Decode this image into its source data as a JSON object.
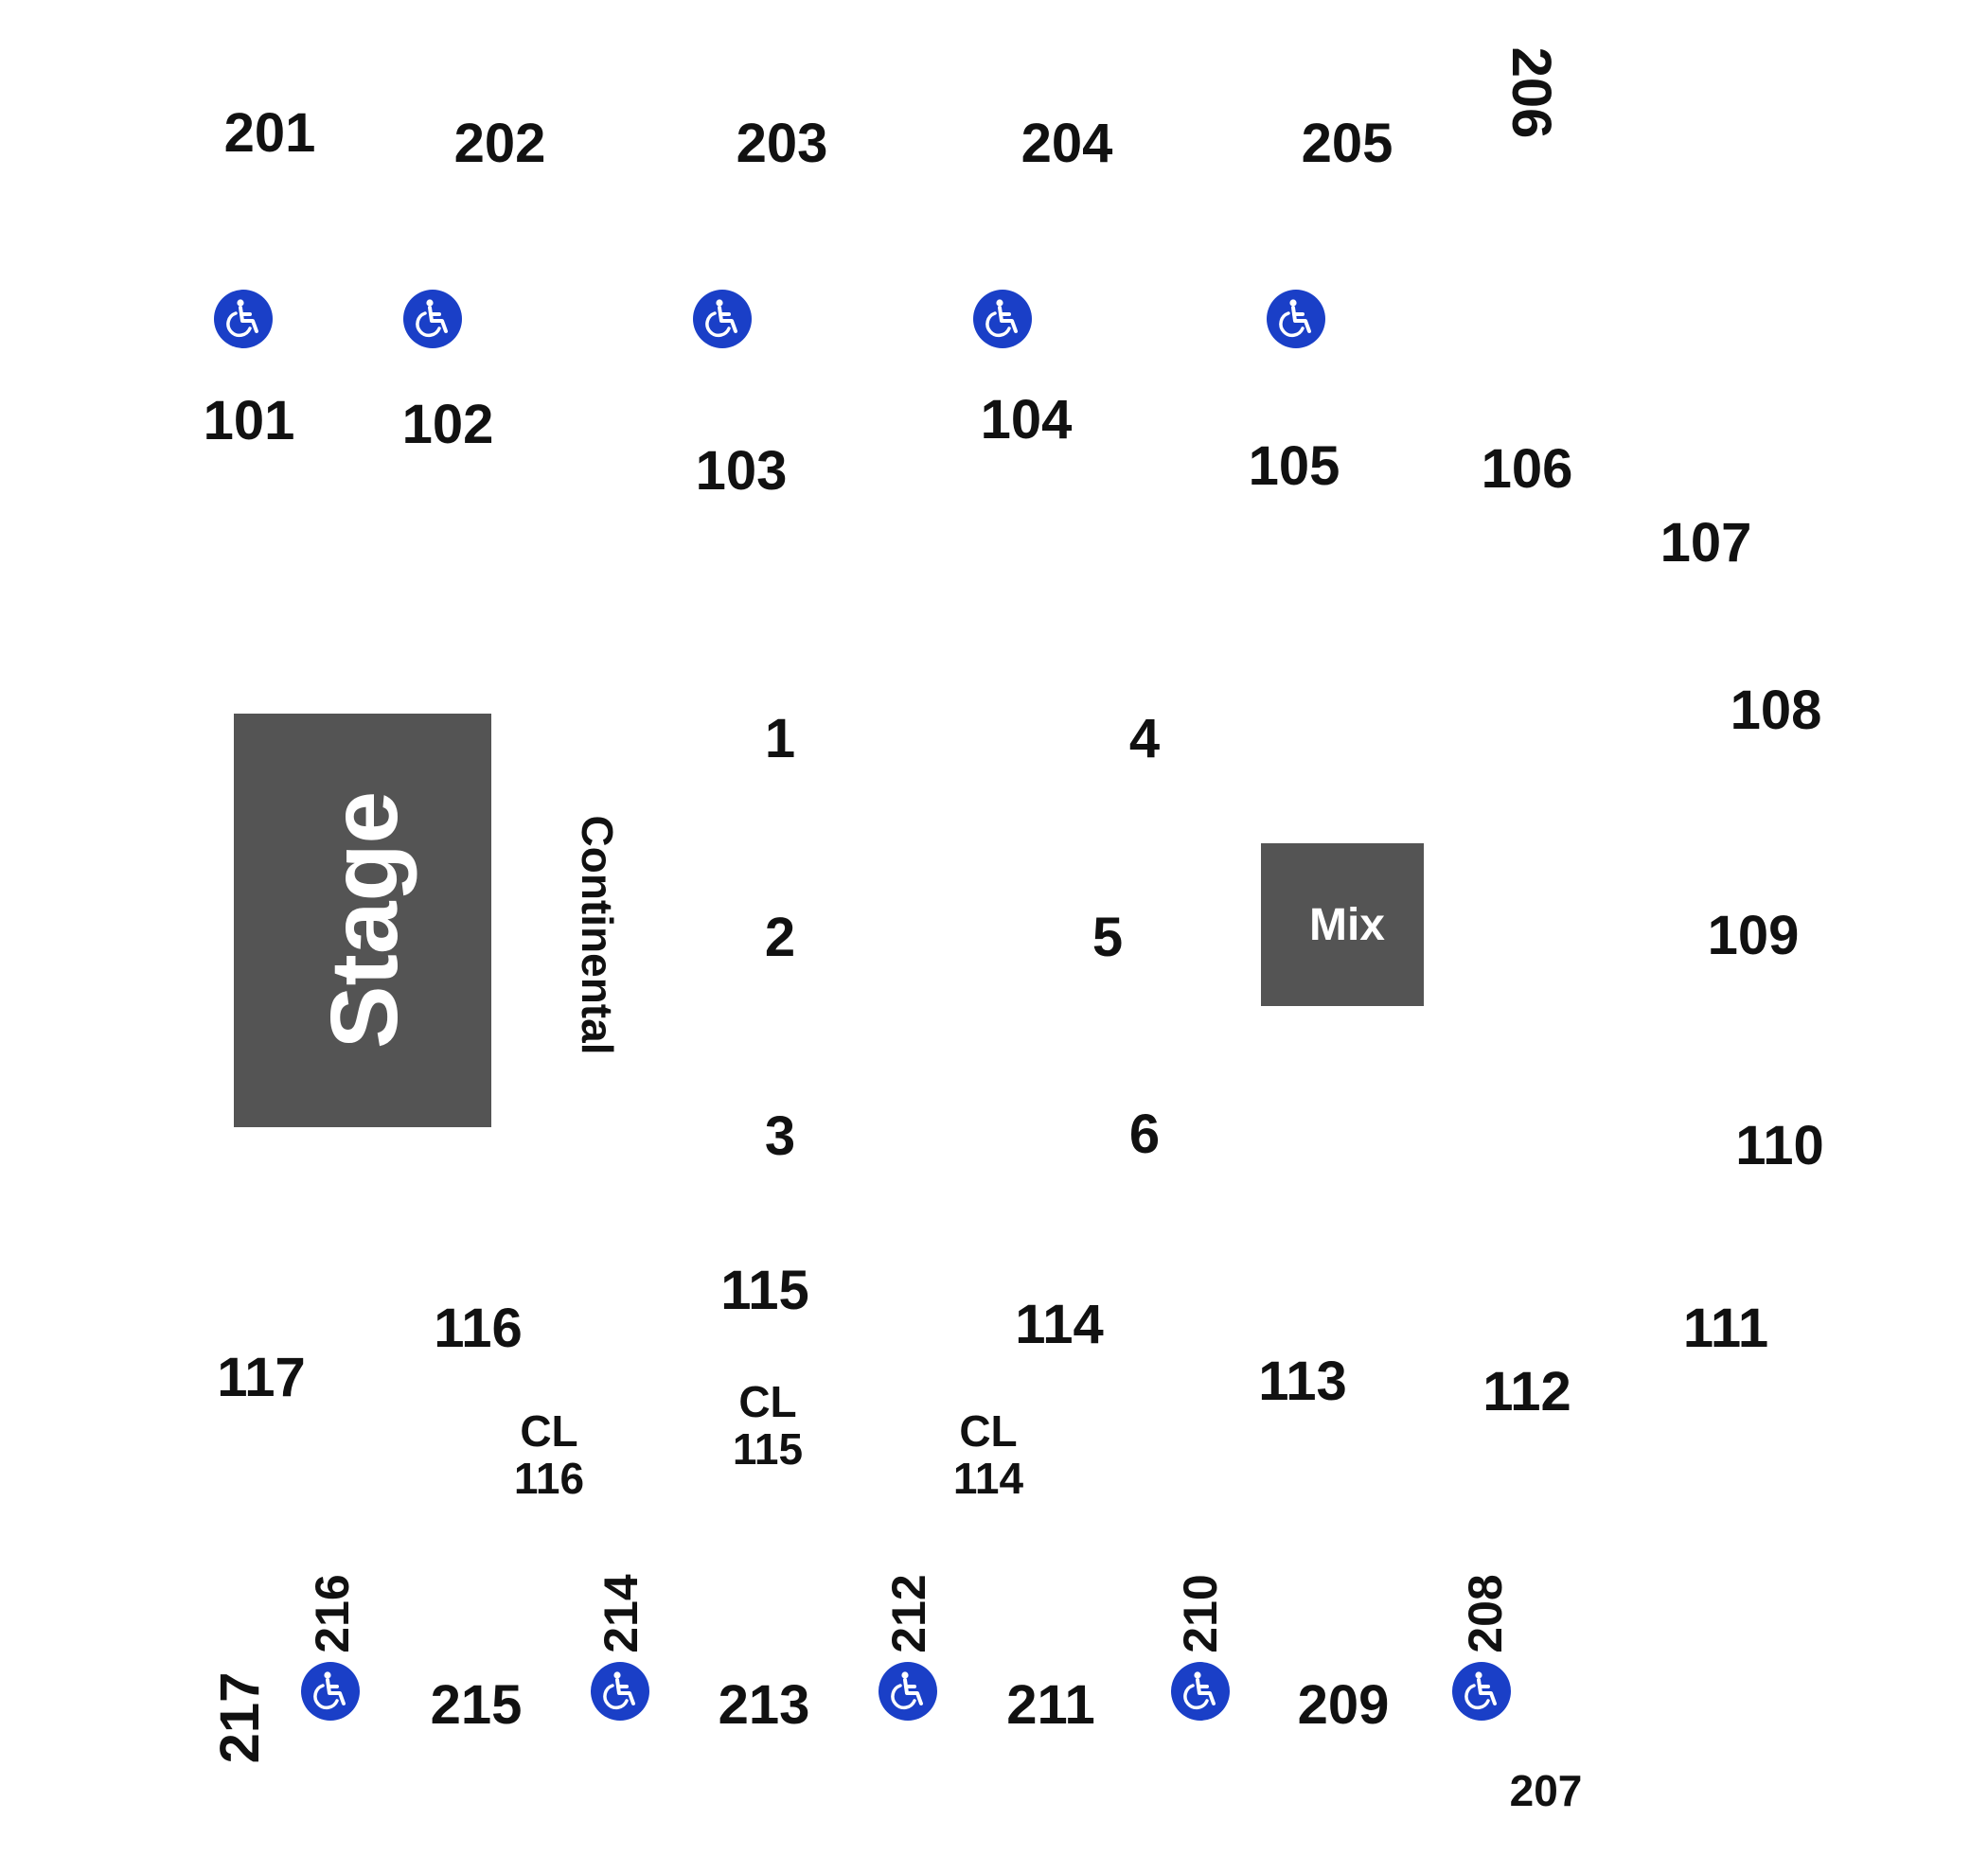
{
  "stage": {
    "label": "Stage"
  },
  "mix": {
    "label": "Mix"
  },
  "continental": {
    "label": "Continental"
  },
  "upper_sections": {
    "s201": "201",
    "s202": "202",
    "s203": "203",
    "s204": "204",
    "s205": "205",
    "s206": "206",
    "s207": "207",
    "s208": "208",
    "s209": "209",
    "s210": "210",
    "s211": "211",
    "s212": "212",
    "s213": "213",
    "s214": "214",
    "s215": "215",
    "s216": "216",
    "s217": "217"
  },
  "lower_sections": {
    "s101": "101",
    "s102": "102",
    "s103": "103",
    "s104": "104",
    "s105": "105",
    "s106": "106",
    "s107": "107",
    "s108": "108",
    "s109": "109",
    "s110": "110",
    "s111": "111",
    "s112": "112",
    "s113": "113",
    "s114": "114",
    "s115": "115",
    "s116": "116",
    "s117": "117"
  },
  "floor_sections": {
    "f1": "1",
    "f2": "2",
    "f3": "3",
    "f4": "4",
    "f5": "5",
    "f6": "6"
  },
  "club_sections": {
    "cl116": {
      "top": "CL",
      "bottom": "116"
    },
    "cl115": {
      "top": "CL",
      "bottom": "115"
    },
    "cl114": {
      "top": "CL",
      "bottom": "114"
    }
  },
  "accessibility": {
    "icon": "wheelchair-icon",
    "color": "#1a3fc7",
    "count_top": 5,
    "count_bottom": 5
  }
}
